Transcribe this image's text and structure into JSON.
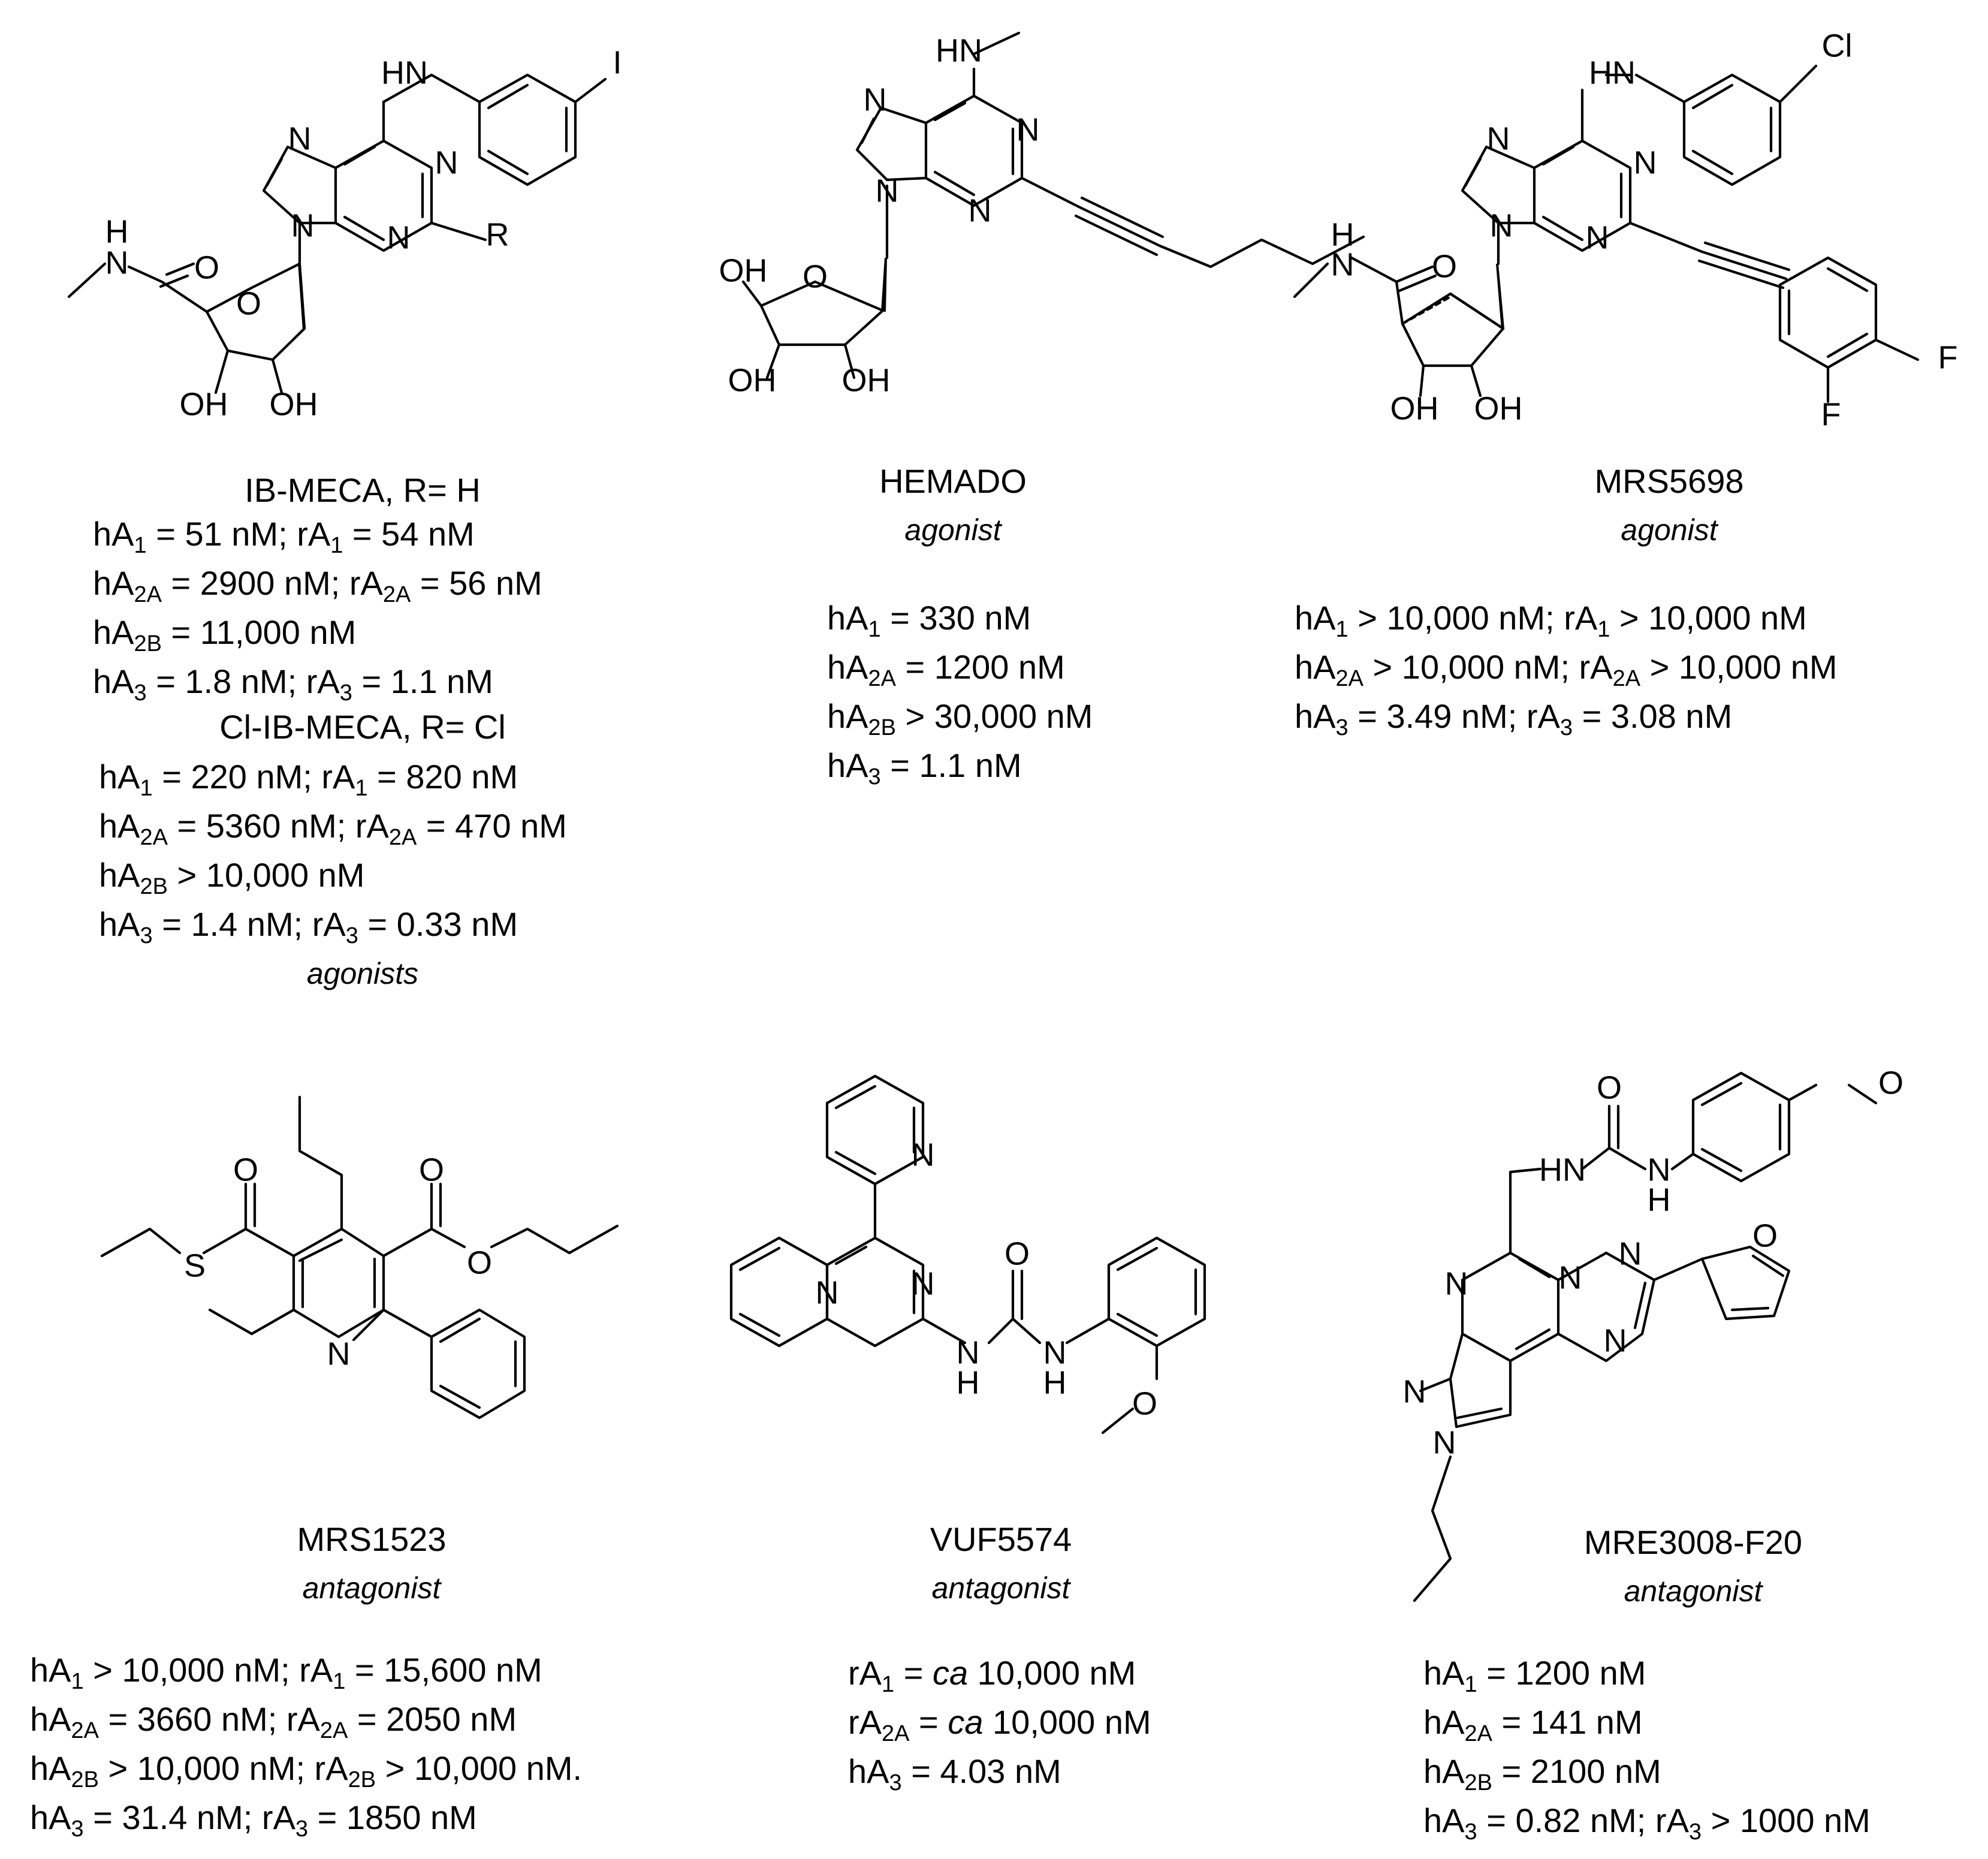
{
  "compounds": {
    "c1": {
      "name_a": "IB-MECA, R= H",
      "lines_a": [
        "hA<sub>1</sub> = 51 nM; rA<sub>1</sub> = 54 nM",
        "hA<sub>2A</sub> = 2900 nM; rA<sub>2A</sub> = 56 nM",
        "hA<sub>2B</sub> = 11,000 nM",
        "hA<sub>3</sub> = 1.8 nM; rA<sub>3</sub> = 1.1 nM"
      ],
      "name_b": "Cl-IB-MECA, R= Cl",
      "lines_b": [
        "hA<sub>1</sub> = 220 nM; rA<sub>1</sub> = 820 nM",
        "hA<sub>2A</sub> = 5360 nM; rA<sub>2A</sub> = 470 nM",
        "hA<sub>2B</sub> &gt; 10,000 nM",
        "hA<sub>3</sub> = 1.4 nM; rA<sub>3</sub> = 0.33 nM"
      ],
      "role": "agonists",
      "atoms": [
        "HN",
        "I",
        "N",
        "N",
        "N",
        "N",
        "R",
        "H",
        "N",
        "O",
        "O",
        "OH",
        "OH"
      ]
    },
    "c2": {
      "name": "HEMADO",
      "role": "agonist",
      "lines": [
        "hA<sub>1</sub> = 330 nM",
        "hA<sub>2A</sub> = 1200 nM",
        "hA<sub>2B</sub> &gt; 30,000 nM",
        "hA<sub>3</sub> = 1.1 nM"
      ],
      "atoms": [
        "HN",
        "N",
        "N",
        "N",
        "N",
        "OH",
        "O",
        "OH",
        "OH"
      ]
    },
    "c3": {
      "name": "MRS5698",
      "role": "agonist",
      "lines": [
        "hA<sub>1</sub> &gt; 10,000 nM; rA<sub>1</sub> &gt; 10,000 nM",
        "hA<sub>2A</sub> &gt; 10,000 nM; rA<sub>2A</sub> &gt; 10,000 nM",
        "hA<sub>3</sub> = 3.49 nM; rA<sub>3</sub> = 3.08 nM"
      ],
      "atoms": [
        "HN",
        "Cl",
        "N",
        "N",
        "N",
        "N",
        "H",
        "N",
        "O",
        "F",
        "F",
        "OH",
        "OH"
      ]
    },
    "c4": {
      "name": "MRS1523",
      "role": "antagonist",
      "lines": [
        "hA<sub>1</sub> &gt; 10,000 nM; rA<sub>1</sub> = 15,600 nM",
        "hA<sub>2A</sub> = 3660 nM; rA<sub>2A</sub> = 2050 nM",
        "hA<sub>2B</sub> &gt; 10,000 nM; rA<sub>2B</sub> &gt; 10,000 nM.",
        "hA<sub>3</sub> = 31.4 nM; rA<sub>3</sub> = 1850 nM"
      ],
      "atoms": [
        "O",
        "O",
        "S",
        "O",
        "N"
      ]
    },
    "c5": {
      "name": "VUF5574",
      "role": "antagonist",
      "lines": [
        "rA<sub>1</sub> =  <i>ca</i> 10,000 nM",
        "rA<sub>2A</sub> = <i>ca</i> 10,000 nM",
        "hA<sub>3</sub> = 4.03 nM"
      ],
      "atoms": [
        "N",
        "N",
        "N",
        "O",
        "N",
        "H",
        "N",
        "H",
        "O"
      ]
    },
    "c6": {
      "name": "MRE3008-F20",
      "role": "antagonist",
      "lines": [
        "hA<sub>1</sub> = 1200 nM",
        "hA<sub>2A</sub> = 141 nM",
        "hA<sub>2B</sub> = 2100 nM",
        "hA<sub>3</sub> = 0.82 nM; rA<sub>3</sub> &gt; 1000 nM"
      ],
      "atoms": [
        "O",
        "O",
        "HN",
        "N",
        "H",
        "N",
        "N",
        "N",
        "O",
        "N",
        "N",
        "N"
      ]
    }
  }
}
